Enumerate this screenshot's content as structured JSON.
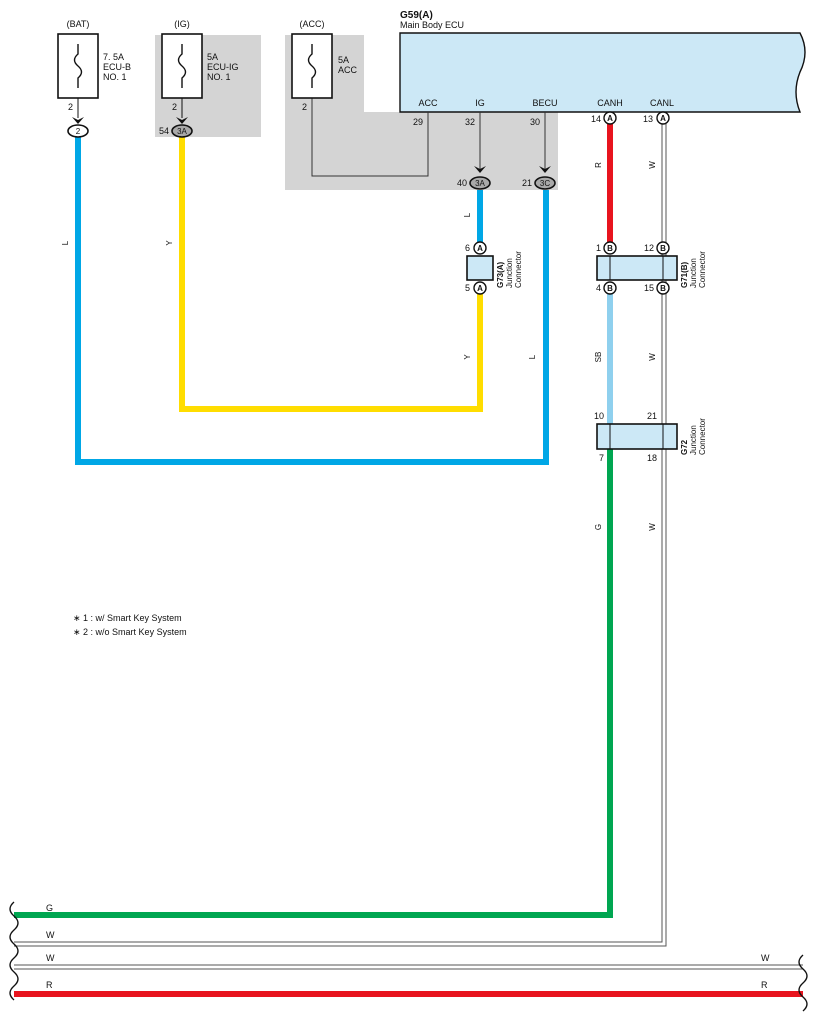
{
  "fuses": {
    "bat": {
      "supply": "(BAT)",
      "rating": "7. 5A",
      "name": "ECU-B",
      "no": "NO. 1",
      "pin": "2",
      "conn": "2"
    },
    "ig": {
      "supply": "(IG)",
      "rating": "5A",
      "name": "ECU-IG",
      "no": "NO. 1",
      "pin": "2",
      "conn_pin": "54",
      "conn": "3A"
    },
    "acc": {
      "supply": "(ACC)",
      "rating": "5A",
      "name": "ACC",
      "pin": "2"
    }
  },
  "ecu": {
    "code": "G59(A)",
    "name": "Main Body ECU",
    "terminals": [
      {
        "label": "ACC",
        "pin": "29"
      },
      {
        "label": "IG",
        "pin": "32"
      },
      {
        "label": "BECU",
        "pin": "30"
      },
      {
        "label": "CANH",
        "pin": "14",
        "conn": "A"
      },
      {
        "label": "CANL",
        "pin": "13",
        "conn": "A"
      }
    ]
  },
  "ig_connector": {
    "pin": "40",
    "conn": "3A"
  },
  "becu_connector": {
    "pin": "21",
    "conn": "3C"
  },
  "g73": {
    "code": "G73(A)",
    "line1": "Junction",
    "line2": "Connector",
    "top_pin": "6",
    "bottom_pin": "5",
    "conn": "A"
  },
  "g71": {
    "code": "G71(B)",
    "line1": "Junction",
    "line2": "Connector",
    "pins": [
      "1",
      "12",
      "4",
      "15"
    ],
    "conn": "B"
  },
  "g72": {
    "code": "G72",
    "line1": "Junction",
    "line2": "Connector",
    "pins": [
      "10",
      "21",
      "7",
      "18"
    ]
  },
  "wire_colors": {
    "bat_wire": "L",
    "ig_wire": "Y",
    "ig_wire_lower": "Y",
    "g73_top": "L",
    "becu_wire": "L",
    "canh_top": "R",
    "canl_top": "W",
    "canh_mid": "SB",
    "canl_mid": "W",
    "canh_low": "G",
    "canl_low": "W"
  },
  "notes": [
    "∗ 1 : w/ Smart Key System",
    "∗ 2 : w/o Smart Key System"
  ],
  "bus": [
    {
      "left_label": "G",
      "right_label": ""
    },
    {
      "left_label": "W",
      "right_label": ""
    },
    {
      "left_label": "W",
      "right_label": "W"
    },
    {
      "left_label": "R",
      "right_label": "R"
    }
  ],
  "colors": {
    "blue": "#00a7e6",
    "yellow": "#ffdd00",
    "red": "#e8141e",
    "green": "#00a651",
    "light_blue": "#8fd0ee",
    "ecu_fill": "#cce8f6",
    "shade": "#d4d4d4"
  }
}
